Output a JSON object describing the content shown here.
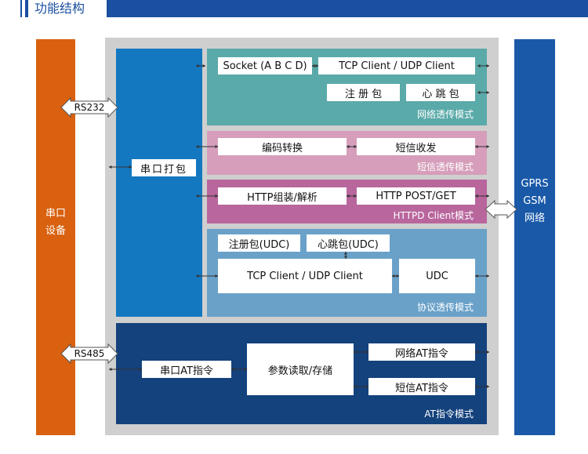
{
  "header": {
    "title": "功能结构"
  },
  "left_device": {
    "lines": [
      "串口",
      "设备"
    ]
  },
  "right_network": {
    "lines": [
      "GPRS",
      "GSM",
      "网络"
    ]
  },
  "interfaces": {
    "rs232": "RS232",
    "rs485": "RS485"
  },
  "serial_pack": "串口打包",
  "modes": {
    "network": {
      "label": "网络透传模式",
      "socket": "Socket (A B C D)",
      "client": "TCP Client / UDP Client",
      "register": "注 册 包",
      "heartbeat": "心 跳 包"
    },
    "sms": {
      "label": "短信透传模式",
      "encode": "编码转换",
      "sms_io": "短信收发"
    },
    "httpd": {
      "label": "HTTPD Client模式",
      "http_pack": "HTTP组装/解析",
      "http_post": "HTTP POST/GET"
    },
    "protocol": {
      "label": "协议透传模式",
      "register": "注册包(UDC)",
      "heartbeat": "心跳包(UDC)",
      "client": "TCP Client / UDP Client",
      "udc": "UDC"
    },
    "at": {
      "label": "AT指令模式",
      "serial_at": "串口AT指令",
      "param": "参数读取/存储",
      "net_at": "网络AT指令",
      "sms_at": "短信AT指令"
    }
  },
  "colors": {
    "header_blue": "#1b4fa0",
    "device_orange": "#d9610f",
    "network_blue": "#1a59a8",
    "pack_blue": "#1478c0",
    "net_teal": "#5aaaa9",
    "sms_pink": "#d69ebb",
    "httpd_magenta": "#b9669d",
    "proto_blue": "#6aa1c9",
    "at_navy": "#14427d",
    "frame_gray": "#cfcfcf"
  }
}
